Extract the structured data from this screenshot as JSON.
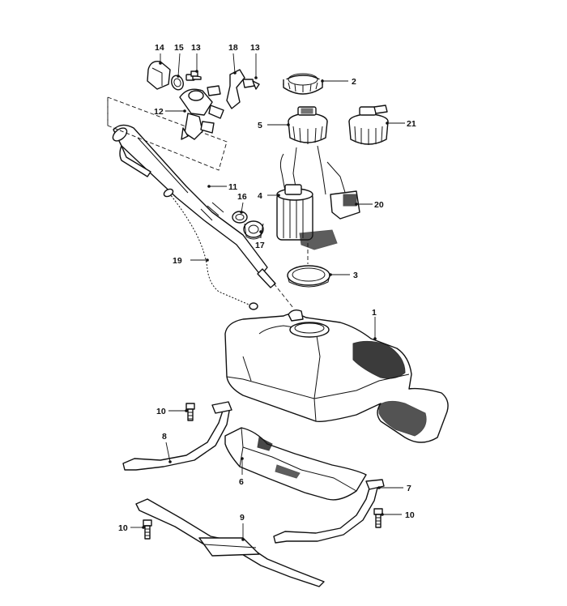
{
  "diagram": {
    "callouts": [
      {
        "id": "c1",
        "label": "1"
      },
      {
        "id": "c2",
        "label": "2"
      },
      {
        "id": "c3",
        "label": "3"
      },
      {
        "id": "c4",
        "label": "4"
      },
      {
        "id": "c5",
        "label": "5"
      },
      {
        "id": "c6",
        "label": "6"
      },
      {
        "id": "c7",
        "label": "7"
      },
      {
        "id": "c8",
        "label": "8"
      },
      {
        "id": "c9",
        "label": "9"
      },
      {
        "id": "c10a",
        "label": "10"
      },
      {
        "id": "c10b",
        "label": "10"
      },
      {
        "id": "c10c",
        "label": "10"
      },
      {
        "id": "c11",
        "label": "11"
      },
      {
        "id": "c12",
        "label": "12"
      },
      {
        "id": "c13a",
        "label": "13"
      },
      {
        "id": "c13b",
        "label": "13"
      },
      {
        "id": "c14",
        "label": "14"
      },
      {
        "id": "c15",
        "label": "15"
      },
      {
        "id": "c16",
        "label": "16"
      },
      {
        "id": "c17",
        "label": "17"
      },
      {
        "id": "c18",
        "label": "18"
      },
      {
        "id": "c19",
        "label": "19"
      },
      {
        "id": "c20",
        "label": "20"
      },
      {
        "id": "c21",
        "label": "21"
      }
    ]
  }
}
